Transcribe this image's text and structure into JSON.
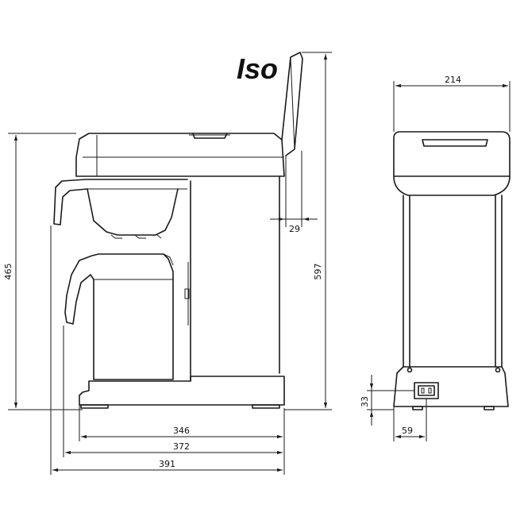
{
  "brand": {
    "text": "Iso"
  },
  "dimensions": {
    "overall_height": "597",
    "body_height": "465",
    "top_width": "214",
    "lid_offset": "29",
    "depth_346": "346",
    "depth_372": "372",
    "depth_391": "391",
    "socket_height": "33",
    "socket_offset": "59"
  },
  "colors": {
    "line": "#1a1a1a",
    "background": "#ffffff"
  }
}
